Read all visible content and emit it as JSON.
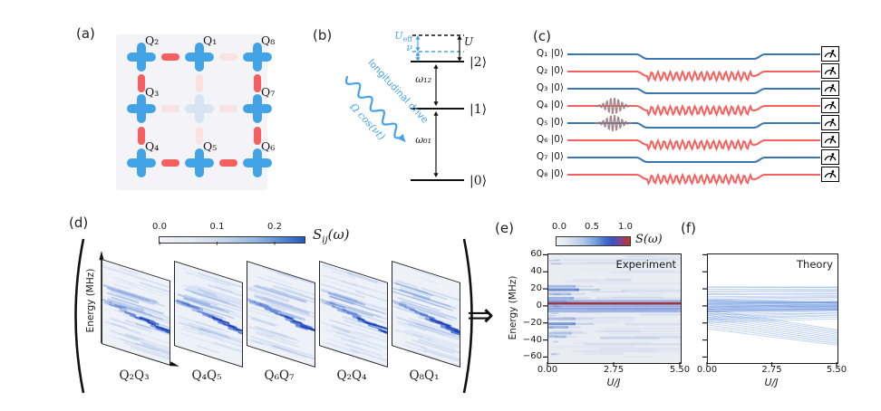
{
  "figure": {
    "panel_letters": {
      "a": "(a)",
      "b": "(b)",
      "c": "(c)",
      "d": "(d)",
      "e": "(e)",
      "f": "(f)"
    }
  },
  "panel_a": {
    "colors": {
      "qubit_blue": "#42a4e6",
      "qubit_faded": "#d5e3f3",
      "coupler_red": "#f4605f",
      "coupler_faded": "#f9e2e2",
      "bg": "#f4f3f8"
    },
    "sites": [
      {
        "col": 0,
        "row": 0,
        "label": "Q₂"
      },
      {
        "col": 1,
        "row": 0,
        "label": "Q₁"
      },
      {
        "col": 2,
        "row": 0,
        "label": "Q₈"
      },
      {
        "col": 0,
        "row": 1,
        "label": "Q₃"
      },
      {
        "col": 2,
        "row": 1,
        "label": "Q₇"
      },
      {
        "col": 0,
        "row": 2,
        "label": "Q₄"
      },
      {
        "col": 1,
        "row": 2,
        "label": "Q₅"
      },
      {
        "col": 2,
        "row": 2,
        "label": "Q₆"
      }
    ],
    "center_site": {
      "col": 1,
      "row": 1
    },
    "couplers_h": [
      {
        "c": 0,
        "r": 0,
        "s": "red"
      },
      {
        "c": 1,
        "r": 0,
        "s": "pale"
      },
      {
        "c": 0,
        "r": 1,
        "s": "pale"
      },
      {
        "c": 1,
        "r": 1,
        "s": "pale"
      },
      {
        "c": 0,
        "r": 2,
        "s": "red"
      },
      {
        "c": 1,
        "r": 2,
        "s": "red"
      }
    ],
    "couplers_v": [
      {
        "c": 0,
        "r": 0,
        "s": "red"
      },
      {
        "c": 1,
        "r": 0,
        "s": "pale"
      },
      {
        "c": 2,
        "r": 0,
        "s": "red"
      },
      {
        "c": 0,
        "r": 1,
        "s": "red"
      },
      {
        "c": 1,
        "r": 1,
        "s": "pale"
      },
      {
        "c": 2,
        "r": 1,
        "s": "red"
      }
    ]
  },
  "panel_b": {
    "kets": [
      "|2⟩",
      "|1⟩",
      "|0⟩"
    ],
    "omega12": "ω₁₂",
    "omega01": "ω₀₁",
    "u": "U",
    "ueff": {
      "base": "U",
      "sub": "eff"
    },
    "nu": "ν",
    "drive1": "longitudinal drive",
    "drive2": "Ω cos(νt)",
    "drive_color": "#4aa2e8"
  },
  "panel_c": {
    "colors": {
      "flux_blue": "#3b76b4",
      "drive_red": "#f4615e",
      "packet": "#9d7b80"
    },
    "rows": [
      {
        "label": "Q₁ |0⟩",
        "type": "flux",
        "packet": false
      },
      {
        "label": "Q₂ |0⟩",
        "type": "drive",
        "packet": false
      },
      {
        "label": "Q₃ |0⟩",
        "type": "flux",
        "packet": false
      },
      {
        "label": "Q₄ |0⟩",
        "type": "drive",
        "packet": true
      },
      {
        "label": "Q₅ |0⟩",
        "type": "flux",
        "packet": true
      },
      {
        "label": "Q₆ |0⟩",
        "type": "drive",
        "packet": false
      },
      {
        "label": "Q₇ |0⟩",
        "type": "flux",
        "packet": false
      },
      {
        "label": "Q₈ |0⟩",
        "type": "drive",
        "packet": false
      }
    ]
  },
  "chart_data": [
    {
      "id": "d",
      "type": "heatmap",
      "subtype": "correlation-spectra-slices",
      "title_parts": {
        "base": "S",
        "sub": "ij",
        "rest": "(ω)"
      },
      "ylabel": "Energy (MHz)",
      "colorbar": {
        "ticks": [
          "0.0",
          "0.1",
          "0.2"
        ],
        "cmap": "white-to-blue",
        "range": [
          0.0,
          0.25
        ]
      },
      "slices": [
        "Q₂Q₃",
        "Q₄Q₅",
        "Q₆Q₇",
        "Q₂Q₄",
        "Q₈Q₁"
      ],
      "description": "Five skewed spectral maps; faint horizontal streaks with a dark blue resonance band sloping down in energy, strongest toward the right of each slice"
    },
    {
      "id": "e",
      "type": "heatmap",
      "annotation": "Experiment",
      "xlabel": "U/J",
      "ylabel": "Energy (MHz)",
      "xticks": [
        "0.00",
        "2.75",
        "5.50"
      ],
      "xlim": [
        0.0,
        5.5
      ],
      "yticks": [
        "60",
        "40",
        "20",
        "0",
        "−20",
        "−40",
        "−60"
      ],
      "ylim": [
        -66,
        61
      ],
      "colorbar": {
        "ticks": [
          "0.0",
          "0.5",
          "1.0"
        ],
        "label": "S(ω)",
        "cmap": "white-blue-red",
        "range": [
          0.0,
          1.0
        ]
      },
      "features": {
        "sharp_resonance_line_mhz": 4,
        "broad_band_mhz": [
          -8,
          0
        ],
        "left_edge_cluster_mhz": [
          24,
          20,
          15,
          10,
          6,
          -14,
          -20,
          -24,
          -31,
          -35
        ]
      }
    },
    {
      "id": "f",
      "type": "line",
      "annotation": "Theory",
      "xlabel": "U/J",
      "xticks": [
        "0.00",
        "2.75",
        "5.50"
      ],
      "xlim": [
        0.0,
        5.5
      ],
      "ylim": [
        -66,
        61
      ],
      "line_color": "#4d7fd8",
      "series_summary": {
        "horizontal_band": {
          "count": 26,
          "y_left_mhz": [
            24,
            -18
          ],
          "y_right_mhz": [
            24,
            -14
          ]
        },
        "dense_core": {
          "count": 10,
          "y_left_mhz": [
            8,
            -6
          ],
          "y_right_mhz": [
            6,
            -4
          ]
        },
        "descending_fan": {
          "count": 11,
          "y_left_mhz": [
            -3,
            -26
          ],
          "y_right_mhz": [
            -27,
            -45
          ]
        }
      }
    }
  ]
}
